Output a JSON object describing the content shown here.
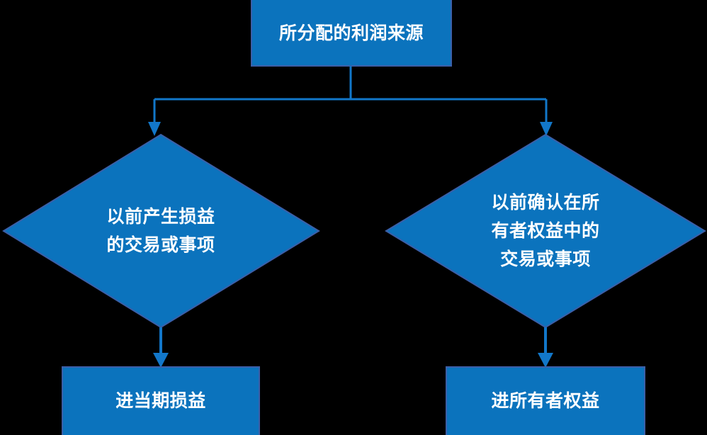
{
  "diagram": {
    "title": "所分配的利润来源",
    "type": "flowchart",
    "orientation": "top-down",
    "background_color": "#000000",
    "node_fill_color": "#0b73bd",
    "node_border_color": "#3b5fa8",
    "connector_color": "#1277c9",
    "text_color": "#ffffff",
    "nodes": [
      {
        "id": "root",
        "shape": "rectangle",
        "label": "所分配的利润来源",
        "lines": [
          "所分配的利润来源"
        ]
      },
      {
        "id": "branch-left",
        "shape": "diamond",
        "label": "以前产生损益的交易或事项",
        "lines": [
          "以前产生损益",
          "的交易或事项"
        ]
      },
      {
        "id": "branch-right",
        "shape": "diamond",
        "label": "以前确认在所有者权益中的交易或事项",
        "lines": [
          "以前确认在所",
          "有者权益中的",
          "交易或事项"
        ]
      },
      {
        "id": "end-left",
        "shape": "rectangle",
        "label": "进当期损益",
        "lines": [
          "进当期损益"
        ]
      },
      {
        "id": "end-right",
        "shape": "rectangle",
        "label": "进所有者权益",
        "lines": [
          "进所有者权益"
        ]
      }
    ],
    "edges": [
      {
        "from": "root",
        "to": "branch-left",
        "style": "elbow-arrow"
      },
      {
        "from": "root",
        "to": "branch-right",
        "style": "elbow-arrow"
      },
      {
        "from": "branch-left",
        "to": "end-left",
        "style": "straight-arrow"
      },
      {
        "from": "branch-right",
        "to": "end-right",
        "style": "straight-arrow"
      }
    ]
  }
}
